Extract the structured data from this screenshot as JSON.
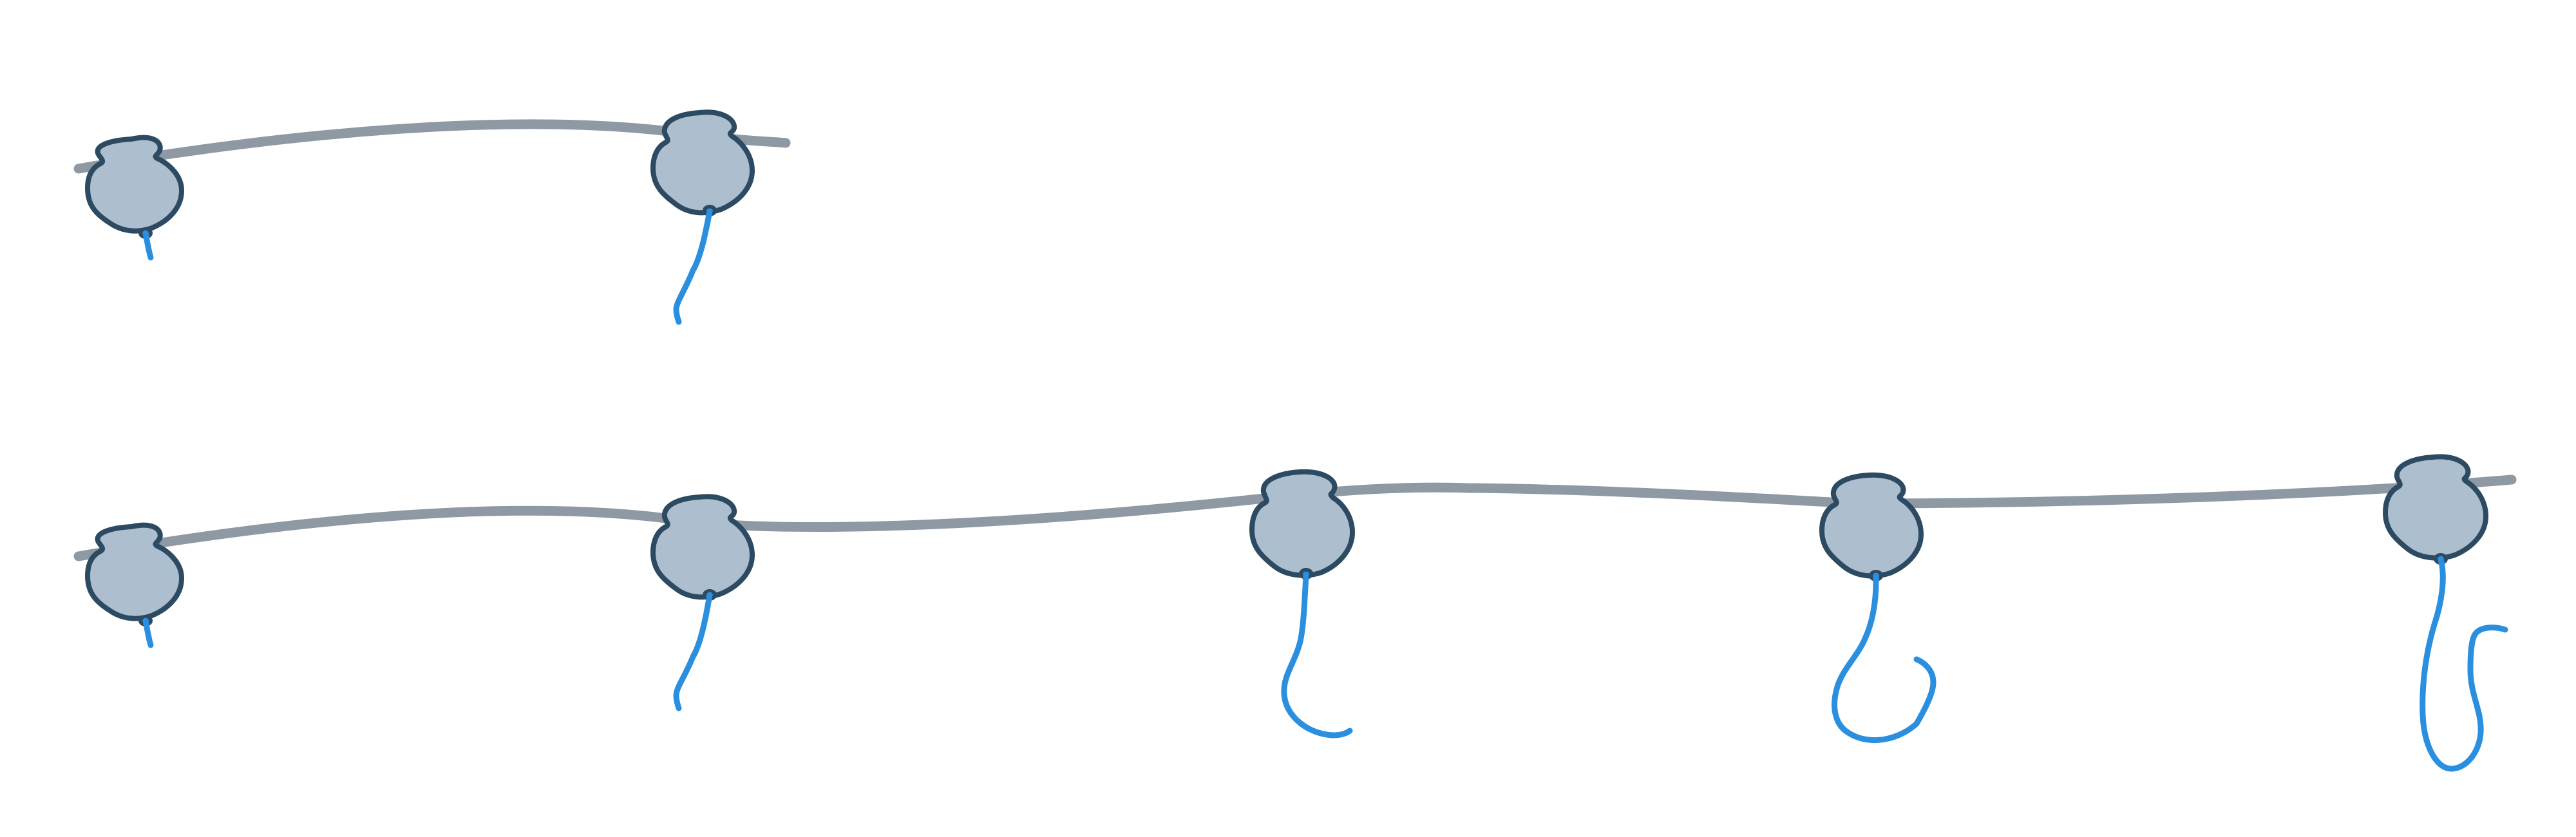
{
  "colors": {
    "background": "#ffffff",
    "rail": "#8e99a3",
    "bead_fill": "#adbfcf",
    "bead_outline": "#2d4a63",
    "tail": "#2b8fe0"
  },
  "rows": [
    {
      "name": "top-row",
      "beads": [
        {
          "tail": "short-straight"
        },
        {
          "tail": "wavy-down"
        }
      ]
    },
    {
      "name": "bottom-row",
      "beads": [
        {
          "tail": "short-straight"
        },
        {
          "tail": "wavy-down"
        },
        {
          "tail": "curl-right"
        },
        {
          "tail": "hook-loop"
        },
        {
          "tail": "long-loop"
        }
      ]
    }
  ]
}
